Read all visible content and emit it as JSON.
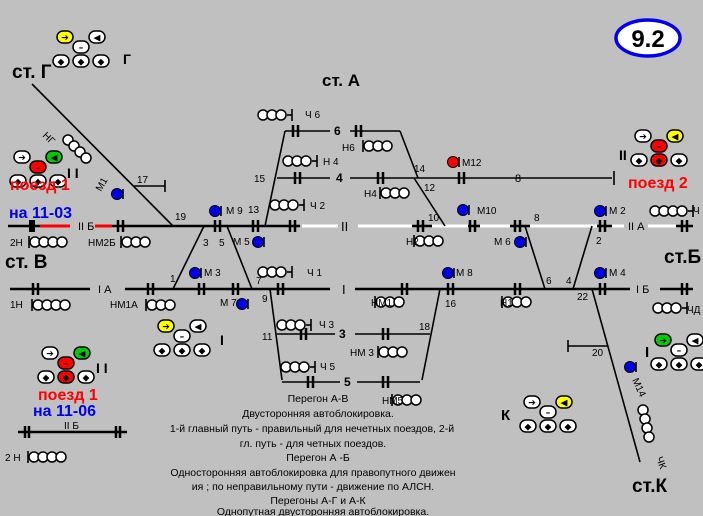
{
  "badge": {
    "label": "9.2",
    "border_color": "#0000ee"
  },
  "stations": {
    "a": "ст. А",
    "g": "ст. Г",
    "v": "ст. В",
    "b": "ст.Б",
    "k": "ст.К"
  },
  "tracks": {
    "main_1": "I",
    "main_2": "II",
    "t3": "3",
    "t4": "4",
    "t5": "5",
    "t6": "6",
    "t8_upper": "8",
    "t8_lower": "8",
    "ia": "I А",
    "iia_left": "II Б",
    "iia_right": "II А",
    "ib": "I Б",
    "iib_bottom": "II Б"
  },
  "switches": [
    "1",
    "2",
    "3",
    "4",
    "5",
    "6",
    "7",
    "9",
    "10",
    "11",
    "12",
    "13",
    "14",
    "15",
    "16",
    "17",
    "18",
    "19",
    "20",
    "22"
  ],
  "signals": {
    "ch6": "Ч 6",
    "n6": "Н6",
    "n4_up": "Н 4",
    "n4": "Н4",
    "ch2": "Ч 2",
    "m12": "М12",
    "m10": "М10",
    "m9": "М 9",
    "m5": "М 5",
    "m3": "М 3",
    "m7": "М 7",
    "m1": "М1",
    "m2": "М 2",
    "m4": "М 4",
    "m6": "М 6",
    "m8": "М 8",
    "m14": "М14",
    "n2": "Н2",
    "nm1": "НМ1",
    "n1": "Н1",
    "ch1": "Ч 1",
    "ch3": "Ч 3",
    "nm3": "НМ 3",
    "ch5": "Ч 5",
    "nm5": "НМ5",
    "h2n": "2Н",
    "h1n": "1Н",
    "nm2b": "НМ2Б",
    "nm1a": "НМ1А",
    "ng": "НГ",
    "chk": "ЧК",
    "chd": "ЧД",
    "ch_right": "Ч",
    "h2n_bottom": "2 Н"
  },
  "panels": {
    "g": {
      "label": "Г"
    },
    "ii_left": {
      "label": "I I",
      "train": "поезд 1",
      "time": "на 11-03"
    },
    "ii_right": {
      "label": "II",
      "train": "поезд 2"
    },
    "i_mid": {
      "label": "I"
    },
    "ii_bottom": {
      "label": "I I",
      "train": "поезд 1",
      "time": "на 11-06"
    },
    "k": {
      "label": "К"
    },
    "i_right": {
      "label": "I"
    }
  },
  "notes": [
    "Перегон А-В",
    "Двусторонняя  автоблокировка.",
    "1-й главный путь - правильный для нечетных поездов, 2-й",
    "гл. путь - для четных поездов.",
    "Перегон А -Б",
    "Односторонняя автоблокировка  для правопутного  движен",
    "ия ; по  неправильному пути - движение по АЛСН.",
    "Перегоны А-Г и А-К",
    "Однопутная двусторонняя автоблокировка."
  ],
  "colors": {
    "red": "#ff0000",
    "blue": "#0000ee",
    "yellow": "#ffff00",
    "green": "#00cc00",
    "background": "#c0c0c0"
  }
}
